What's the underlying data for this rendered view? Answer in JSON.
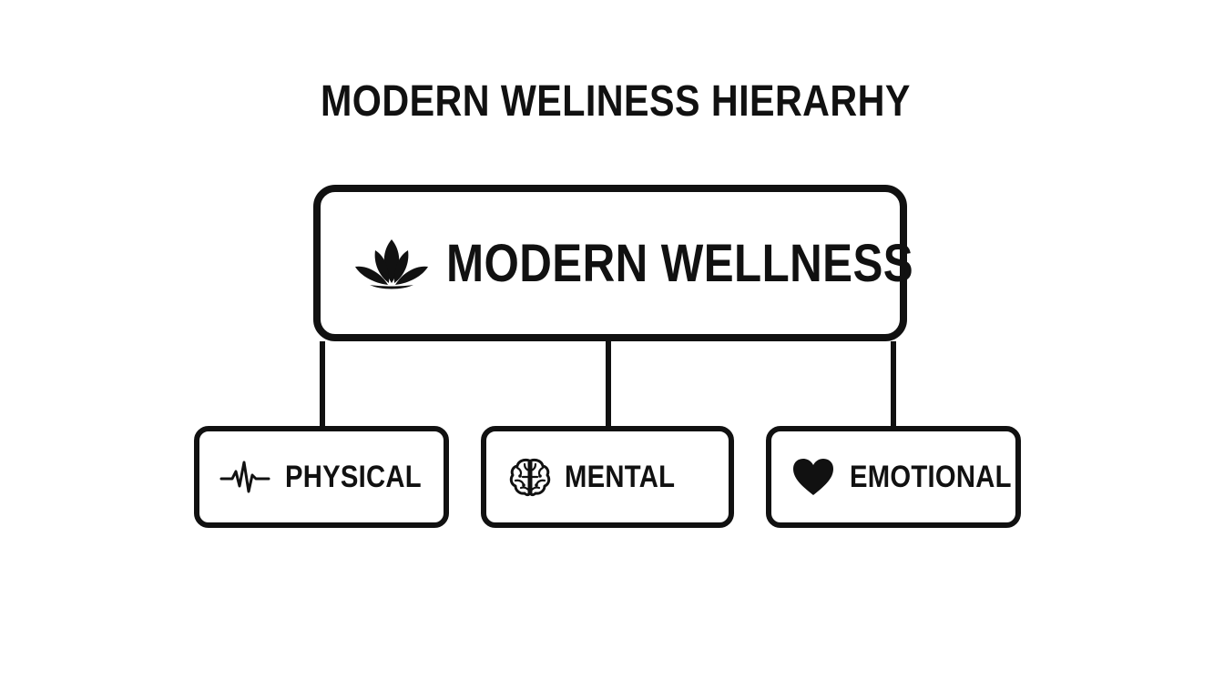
{
  "title": "MODERN WELINESS HIERARHY",
  "root": {
    "label": "MODERN WELLNESS",
    "icon": "lotus-icon"
  },
  "children": [
    {
      "label": "PHYSICAL",
      "icon": "heartbeat-icon"
    },
    {
      "label": "MENTAL",
      "icon": "brain-icon"
    },
    {
      "label": "EMOTIONAL",
      "icon": "heart-icon"
    }
  ],
  "colors": {
    "stroke": "#111111",
    "background": "#ffffff"
  }
}
